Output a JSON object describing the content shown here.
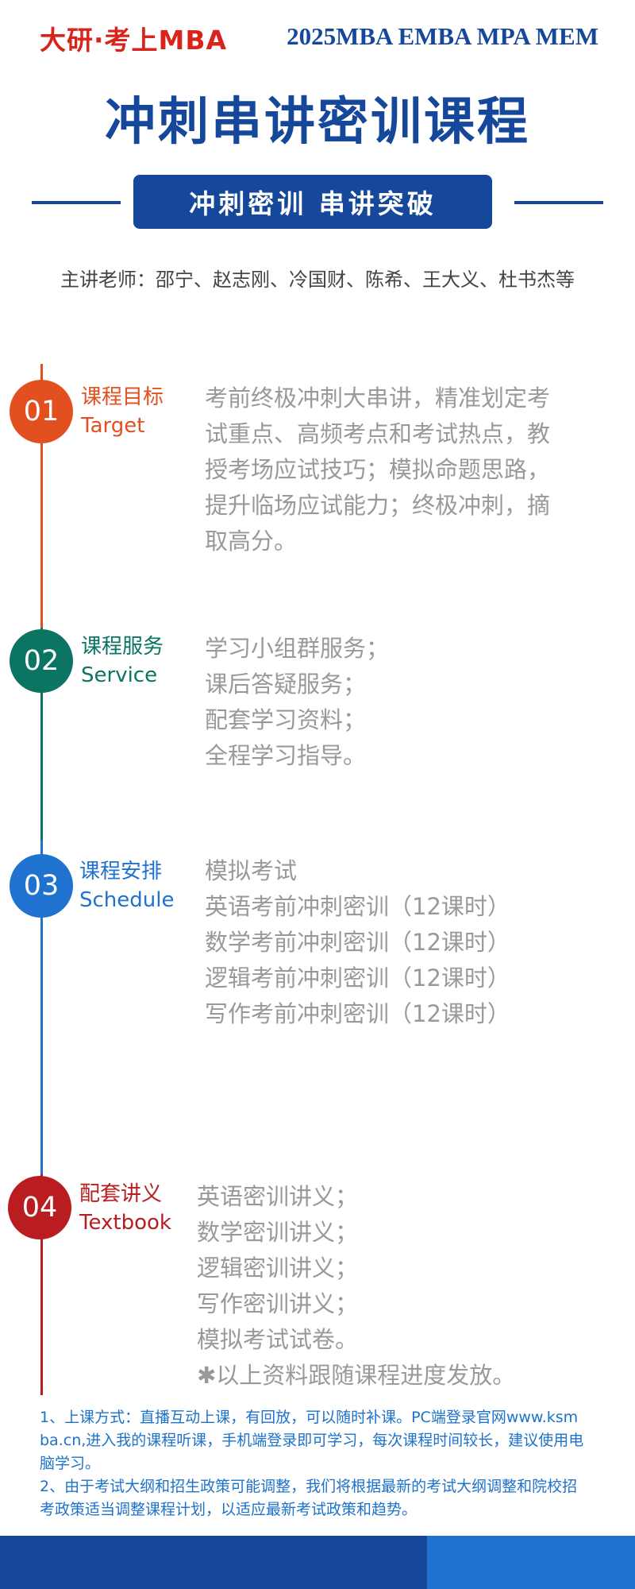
{
  "header": {
    "brand": "大研·考上MBA",
    "programs": "2025MBA EMBA MPA MEM",
    "title": "冲刺串讲密训课程",
    "banner": "冲刺密训 串讲突破",
    "teachers": "主讲老师：邵宁、赵志刚、冷国财、陈希、王大义、杜书杰等"
  },
  "colors": {
    "brand_red": "#d9241c",
    "navy": "#15479a",
    "section1": "#e2501f",
    "section2": "#0b7463",
    "section3": "#1f72cf",
    "section4": "#b91d1f",
    "body_text": "#999999",
    "note_text": "#1d72c9"
  },
  "sections": [
    {
      "number": "01",
      "title_cn": "课程目标",
      "title_en": "Target",
      "lines": [
        "考前终极冲刺大串讲，精准划定考",
        "试重点、高频考点和考试热点，教",
        "授考场应试技巧；模拟命题思路，",
        "提升临场应试能力；终极冲刺，摘",
        "取高分。"
      ]
    },
    {
      "number": "02",
      "title_cn": "课程服务",
      "title_en": "Service",
      "lines": [
        "学习小组群服务；",
        "课后答疑服务；",
        "配套学习资料；",
        "全程学习指导。"
      ]
    },
    {
      "number": "03",
      "title_cn": "课程安排",
      "title_en": "Schedule",
      "lines": [
        "模拟考试",
        "英语考前冲刺密训（12课时）",
        "数学考前冲刺密训（12课时）",
        "逻辑考前冲刺密训（12课时）",
        "写作考前冲刺密训（12课时）"
      ]
    },
    {
      "number": "04",
      "title_cn": "配套讲义",
      "title_en": "Textbook",
      "lines": [
        "英语密训讲义；",
        "数学密训讲义；",
        "逻辑密训讲义；",
        "写作密训讲义；",
        "模拟考试试卷。",
        "✱以上资料跟随课程进度发放。"
      ]
    }
  ],
  "notes": [
    "1、上课方式：直播互动上课，有回放，可以随时补课。PC端登录官网www.ksmba.cn,进入我的课程听课，手机端登录即可学习，每次课程时间较长，建议使用电脑学习。",
    "2、由于考试大纲和招生政策可能调整，我们将根据最新的考试大纲调整和院校招考政策适当调整课程计划，以适应最新考试政策和趋势。"
  ]
}
